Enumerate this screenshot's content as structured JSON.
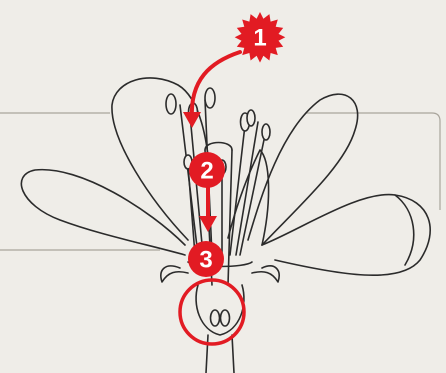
{
  "colors": {
    "background": "#efede8",
    "line": "#2b2b2b",
    "marker": "#e21b23",
    "frame": "#a9a59c"
  },
  "markers": [
    {
      "label": "1",
      "shape": "starburst"
    },
    {
      "label": "2",
      "shape": "circle"
    },
    {
      "label": "3",
      "shape": "circle"
    }
  ],
  "highlight": {
    "shape": "ring"
  }
}
